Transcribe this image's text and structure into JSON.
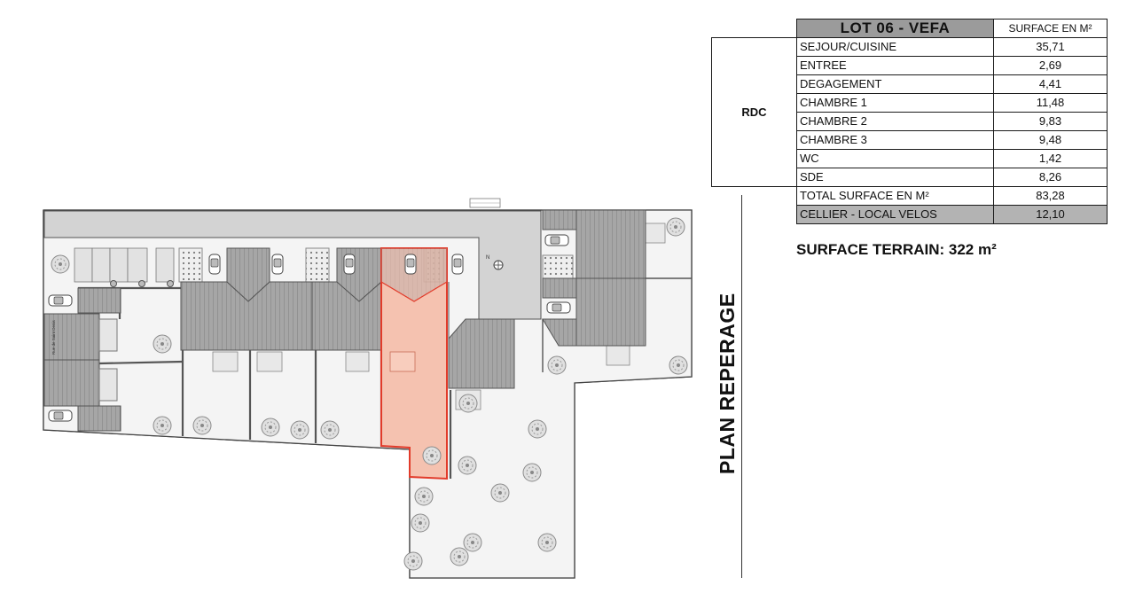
{
  "table": {
    "lot_title": "LOT  06 - VEFA",
    "surface_header": "SURFACE EN M²",
    "floor_label": "RDC",
    "rooms": [
      {
        "name": "SEJOUR/CUISINE",
        "area": "35,71"
      },
      {
        "name": "ENTREE",
        "area": "2,69"
      },
      {
        "name": "DEGAGEMENT",
        "area": "4,41"
      },
      {
        "name": "CHAMBRE 1",
        "area": "11,48"
      },
      {
        "name": "CHAMBRE 2",
        "area": "9,83"
      },
      {
        "name": "CHAMBRE 3",
        "area": "9,48"
      },
      {
        "name": "WC",
        "area": "1,42"
      },
      {
        "name": "SDE",
        "area": "8,26"
      }
    ],
    "total": {
      "name": "TOTAL SURFACE EN M²",
      "area": "83,28"
    },
    "annex": {
      "name": "CELLIER - LOCAL VELOS",
      "area": "12,10"
    }
  },
  "terrain": "SURFACE TERRAIN: 322 m²",
  "plan_title": "PLAN REPERAGE",
  "plan": {
    "street_label": "Rue de Saint Denis",
    "north_label": "N",
    "highlight_color": "#f4b39c",
    "highlight_stroke": "#e23b2a"
  }
}
